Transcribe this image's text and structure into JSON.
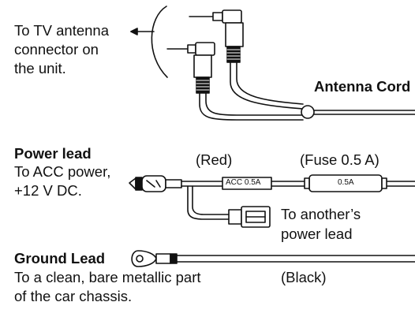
{
  "antenna": {
    "to_tv_line1": "To TV antenna",
    "to_tv_line2": "connector on",
    "to_tv_line3": "the unit.",
    "cord_label": "Antenna Cord"
  },
  "power": {
    "title": "Power lead",
    "desc_line1": "To ACC power,",
    "desc_line2": "+12 V DC.",
    "red_label": "(Red)",
    "fuse_label": "(Fuse 0.5 A)",
    "acc_tag": "ACC 0.5A",
    "fuse_tag": "0.5A",
    "another_line1": "To another’s",
    "another_line2": "power lead"
  },
  "ground": {
    "title": "Ground Lead",
    "desc_line1": "To a clean, bare metallic part",
    "desc_line2": "of the car chassis.",
    "black_label": "(Black)"
  }
}
